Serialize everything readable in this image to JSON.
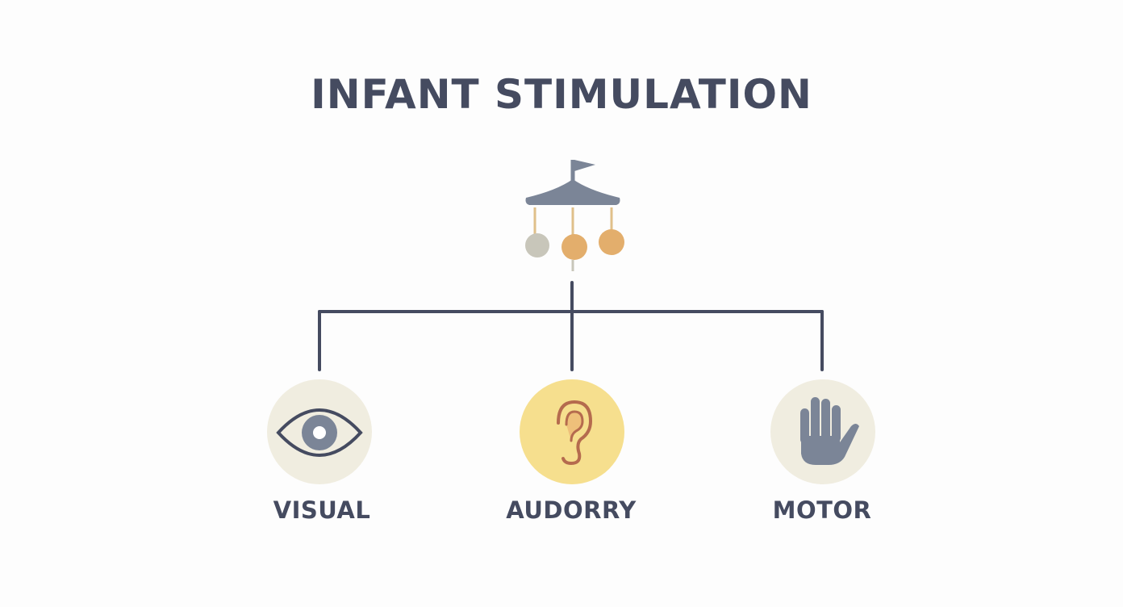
{
  "title": "INFANT STIMULATION",
  "colors": {
    "text": "#454b60",
    "connector": "#454b60",
    "mobile_top": "#7b8597",
    "visual_bg": "#f0ede0",
    "auditory_bg": "#f6df8e",
    "motor_bg": "#f0ede0",
    "ball_gray": "#c8c6ba",
    "ball_orange": "#e3ae6c",
    "string": "#e0c08a"
  },
  "root": {
    "icon": "crib-mobile-icon"
  },
  "branches": [
    {
      "label": "VISUAL",
      "icon": "eye-icon"
    },
    {
      "label": "AUDORRY",
      "icon": "ear-icon"
    },
    {
      "label": "MOTOR",
      "icon": "hand-icon"
    }
  ]
}
